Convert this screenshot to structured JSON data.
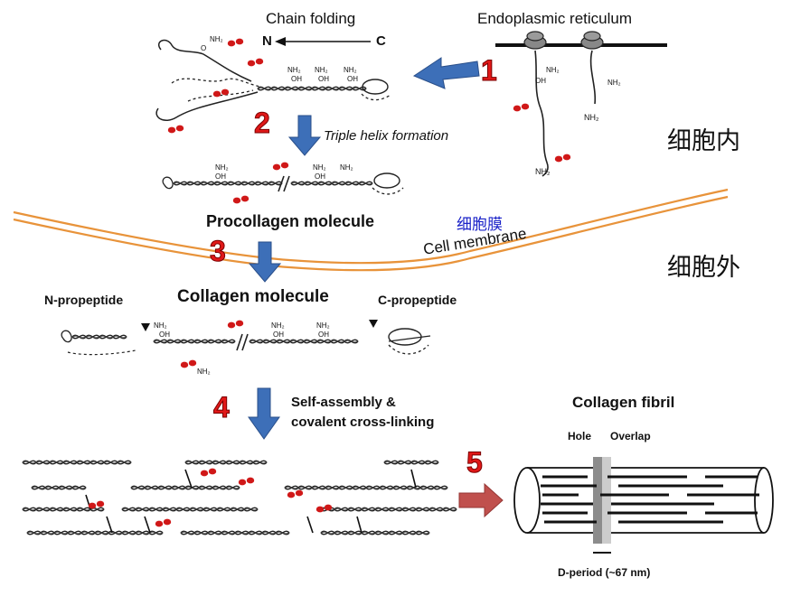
{
  "labels": {
    "chain_folding": "Chain folding",
    "endoplasmic_reticulum": "Endoplasmic reticulum",
    "n_terminus": "N",
    "c_terminus": "C",
    "triple_helix_formation": "Triple helix formation",
    "procollagen_molecule": "Procollagen molecule",
    "cell_membrane_cn": "细胞膜",
    "cell_membrane": "Cell membrane",
    "intracellular_cn": "细胞内",
    "extracellular_cn": "细胞外",
    "n_propeptide": "N-propeptide",
    "collagen_molecule": "Collagen molecule",
    "c_propeptide": "C-propeptide",
    "self_assembly_line1": "Self-assembly &",
    "self_assembly_line2": "covalent cross-linking",
    "collagen_fibril": "Collagen fibril",
    "hole": "Hole",
    "overlap": "Overlap",
    "d_period": "D-period (~67 nm)",
    "nh2": "NH₂",
    "oh": "OH",
    "o": "O"
  },
  "steps": [
    "1",
    "2",
    "3",
    "4",
    "5"
  ],
  "colors": {
    "step_number": "#e01818",
    "arrow_blue": "#3d6fb8",
    "arrow_red": "#c0504d",
    "membrane": "#e8933a",
    "cn_membrane_label": "#1a22c8",
    "hydroxyl_red": "#d01818"
  },
  "icons": [
    "left-arrow-icon",
    "down-arrow-icon",
    "right-arrow-icon",
    "ribosome-icon",
    "triangle-marker-icon"
  ]
}
